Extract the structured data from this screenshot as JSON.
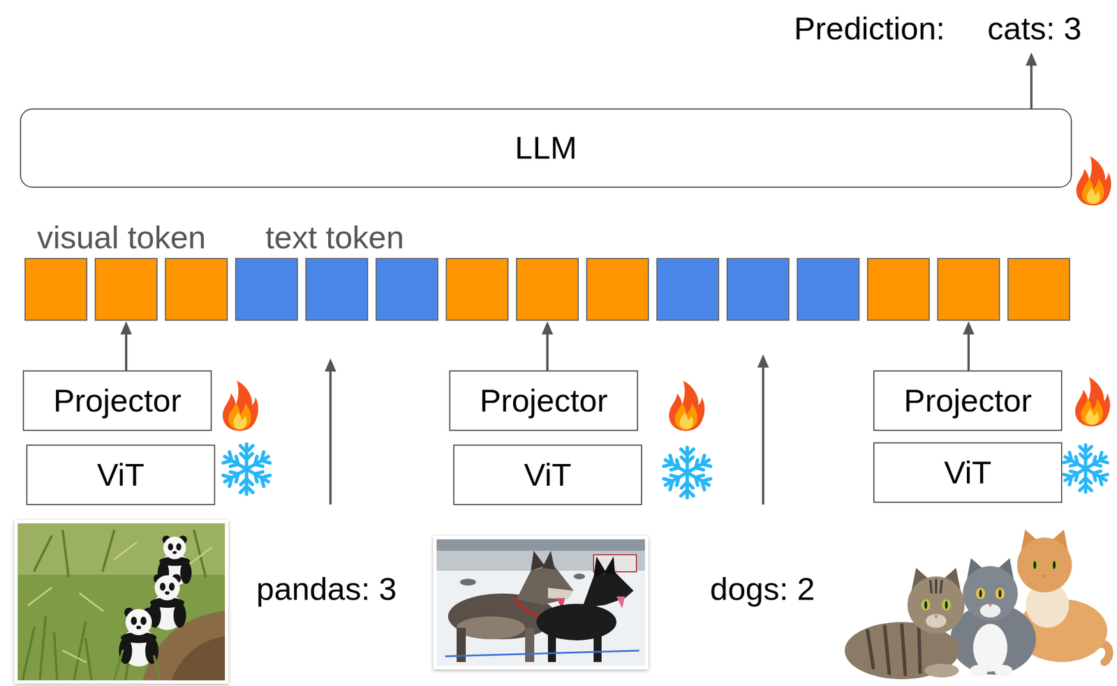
{
  "diagram": {
    "nodes": [
      {
        "text": [
          "LLM"
        ]
      },
      {
        "text": [
          "Projector"
        ]
      },
      {
        "text": [
          "ViT"
        ]
      },
      {
        "text": [
          "Projector"
        ]
      },
      {
        "text": [
          "ViT"
        ]
      },
      {
        "text": [
          "Projector"
        ]
      },
      {
        "text": [
          "ViT"
        ]
      }
    ],
    "labels": [
      "Prediction:",
      "cats: 3",
      "visual token",
      "text token",
      "pandas: 3",
      "dogs: 2"
    ]
  }
}
